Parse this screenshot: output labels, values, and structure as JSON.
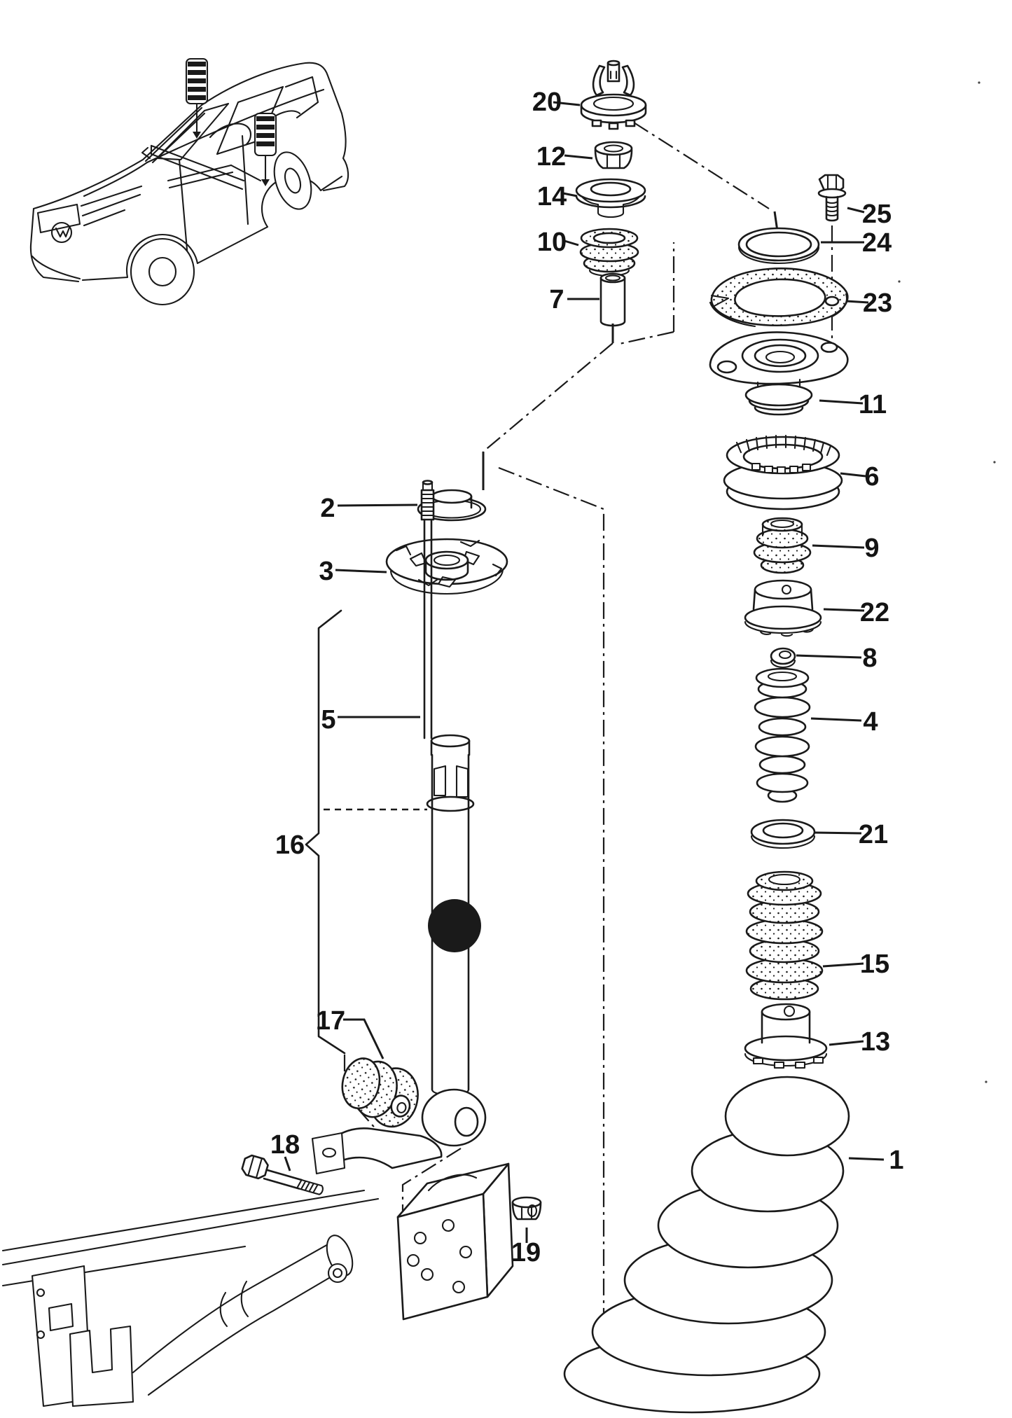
{
  "figure": {
    "type": "exploded-parts-diagram",
    "subject": "rear suspension shock absorber and coil spring",
    "ink_color": "#1a1a1a",
    "background_color": "#ffffff"
  },
  "callouts": {
    "c1": {
      "label": "1",
      "part": "coil-spring"
    },
    "c2": {
      "label": "2",
      "part": "protective-cap"
    },
    "c3": {
      "label": "3",
      "part": "spring-plate"
    },
    "c4": {
      "label": "4",
      "part": "bellows"
    },
    "c5": {
      "label": "5",
      "part": "piston-rod"
    },
    "c6": {
      "label": "6",
      "part": "toothed-bearing-ring"
    },
    "c7": {
      "label": "7",
      "part": "spacer-sleeve"
    },
    "c8": {
      "label": "8",
      "part": "small-grommet"
    },
    "c9": {
      "label": "9",
      "part": "rubber-buffer"
    },
    "c10": {
      "label": "10",
      "part": "rubber-ring"
    },
    "c11": {
      "label": "11",
      "part": "strut-mount-plate"
    },
    "c12": {
      "label": "12",
      "part": "hex-nut"
    },
    "c13": {
      "label": "13",
      "part": "spring-cup"
    },
    "c14": {
      "label": "14",
      "part": "dished-washer"
    },
    "c15": {
      "label": "15",
      "part": "buffer-ring-stack"
    },
    "c16": {
      "label": "16",
      "part": "shock-absorber-assembly"
    },
    "c17": {
      "label": "17",
      "part": "mounting-bushing"
    },
    "c18": {
      "label": "18",
      "part": "hex-bolt-long"
    },
    "c19": {
      "label": "19",
      "part": "hex-nut-lower"
    },
    "c20": {
      "label": "20",
      "part": "cap-with-spring-clips"
    },
    "c21": {
      "label": "21",
      "part": "support-ring"
    },
    "c22": {
      "label": "22",
      "part": "cover-cap"
    },
    "c23": {
      "label": "23",
      "part": "gasket"
    },
    "c24": {
      "label": "24",
      "part": "sealing-ring"
    },
    "c25": {
      "label": "25",
      "part": "hex-bolt-upper"
    }
  }
}
